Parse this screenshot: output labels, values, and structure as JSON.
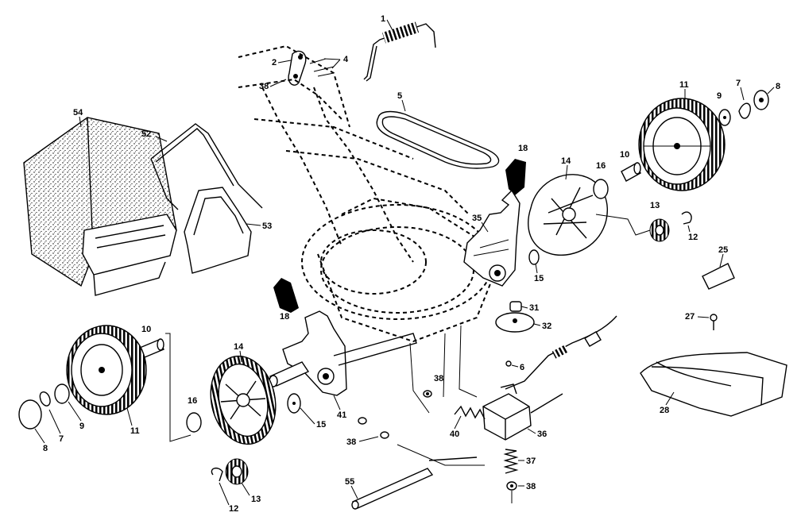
{
  "callouts": {
    "c1": "1",
    "c2": "2",
    "c4": "4",
    "c5": "5",
    "c38a": "38",
    "c54": "54",
    "c52": "52",
    "c53": "53",
    "c18a": "18",
    "c18b": "18",
    "c35": "35",
    "c14a": "14",
    "c14b": "14",
    "c16a": "16",
    "c16b": "16",
    "c10a": "10",
    "c10b": "10",
    "c11a": "11",
    "c11b": "11",
    "c9a": "9",
    "c9b": "9",
    "c7a": "7",
    "c7b": "7",
    "c8a": "8",
    "c8b": "8",
    "c13a": "13",
    "c13b": "13",
    "c12a": "12",
    "c12b": "12",
    "c15a": "15",
    "c15b": "15",
    "c31": "31",
    "c32": "32",
    "c6": "6",
    "c25": "25",
    "c27": "27",
    "c28": "28",
    "c38b": "38",
    "c38c": "38",
    "c38d": "38",
    "c40": "40",
    "c41": "41",
    "c36": "36",
    "c37": "37",
    "c55": "55"
  }
}
